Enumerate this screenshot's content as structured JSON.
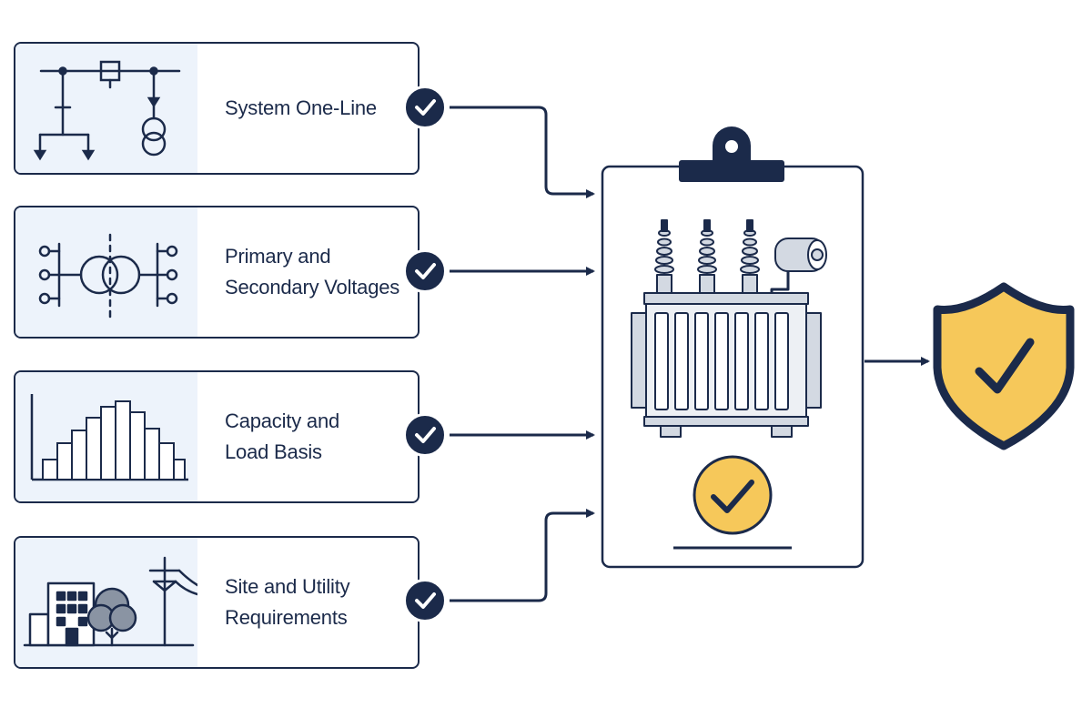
{
  "colors": {
    "navy": "#1b2a4a",
    "light_panel": "#edf3fb",
    "accent_yellow": "#f6c85a",
    "gray": "#8a94a3",
    "light_gray": "#d3d9e2"
  },
  "inputs": [
    {
      "label_lines": [
        "System One-Line"
      ],
      "icon": "one-line-diagram-icon"
    },
    {
      "label_lines": [
        "Primary and",
        "Secondary Voltages"
      ],
      "icon": "transformer-windings-icon"
    },
    {
      "label_lines": [
        "Capacity and",
        "Load Basis"
      ],
      "icon": "load-histogram-icon"
    },
    {
      "label_lines": [
        "Site and Utility",
        "Requirements"
      ],
      "icon": "site-building-pole-icon"
    }
  ],
  "checklist": {
    "icon": "clipboard-transformer-icon",
    "status_icon": "check-circle-icon"
  },
  "result": {
    "icon": "shield-check-icon"
  }
}
